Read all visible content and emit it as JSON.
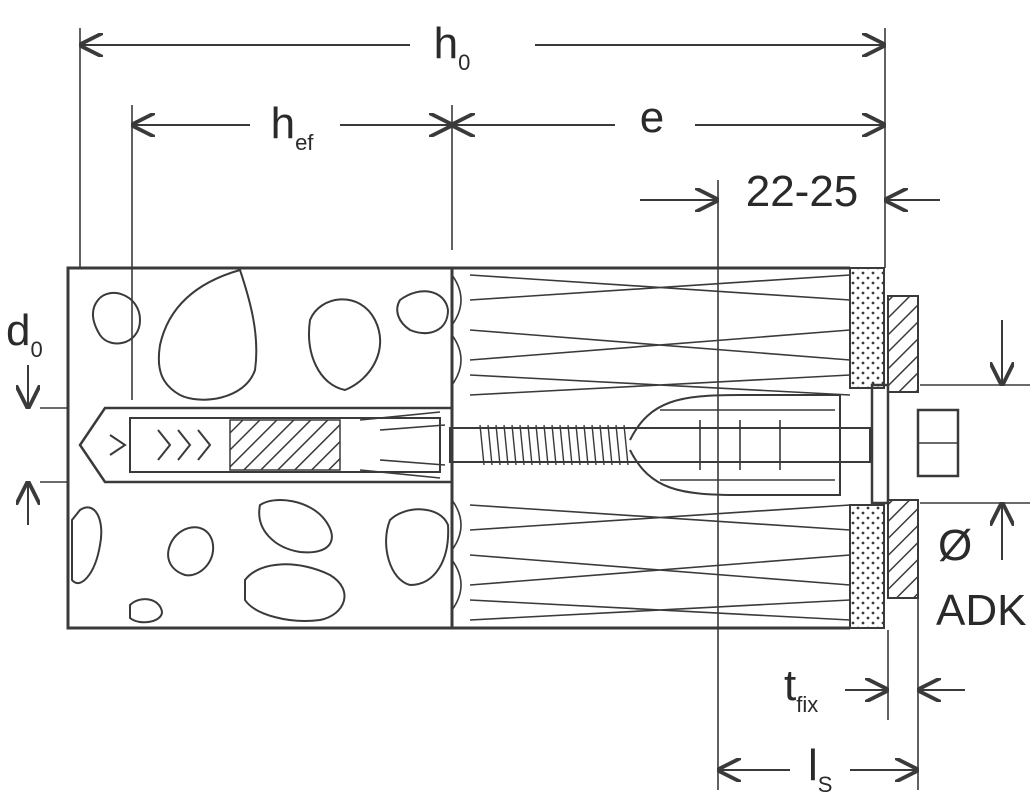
{
  "labels": {
    "h0_main": "h",
    "h0_sub": "0",
    "hef_main": "h",
    "hef_sub": "ef",
    "e": "e",
    "range": "22-25",
    "d0_main": "d",
    "d0_sub": "0",
    "dia_symbol": "Ø",
    "adk": "ADK",
    "tfix_main": "t",
    "tfix_sub": "fix",
    "ls_main": "l",
    "ls_sub": "S"
  },
  "colors": {
    "line": "#3a3a3a",
    "text": "#2a2a2a",
    "background": "#ffffff",
    "fill_light": "#e6e6e6"
  }
}
